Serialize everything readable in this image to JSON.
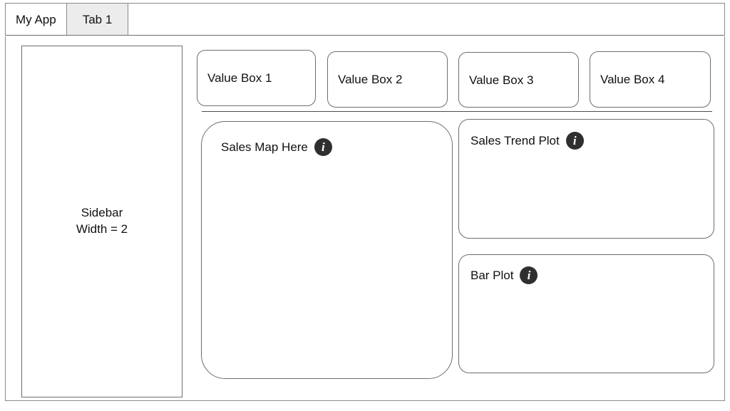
{
  "navbar": {
    "brand": "My App",
    "tabs": [
      {
        "label": "Tab 1",
        "active": true
      }
    ]
  },
  "sidebar": {
    "line1": "Sidebar",
    "line2": "Width = 2"
  },
  "value_boxes": [
    {
      "label": "Value Box 1"
    },
    {
      "label": "Value Box 2"
    },
    {
      "label": "Value Box 3"
    },
    {
      "label": "Value Box 4"
    }
  ],
  "panels": {
    "map": {
      "title": "Sales Map Here",
      "info_icon": "info-icon",
      "info_glyph": "i"
    },
    "trend": {
      "title": "Sales Trend Plot",
      "info_icon": "info-icon",
      "info_glyph": "i"
    },
    "bar": {
      "title": "Bar Plot",
      "info_icon": "info-icon",
      "info_glyph": "i"
    }
  },
  "colors": {
    "border": "#6e6e6e",
    "navbar_border": "#8a8a8a",
    "active_tab_bg": "#ececec",
    "icon_bg": "#2f2f2f",
    "text": "#111111",
    "background": "#ffffff"
  }
}
